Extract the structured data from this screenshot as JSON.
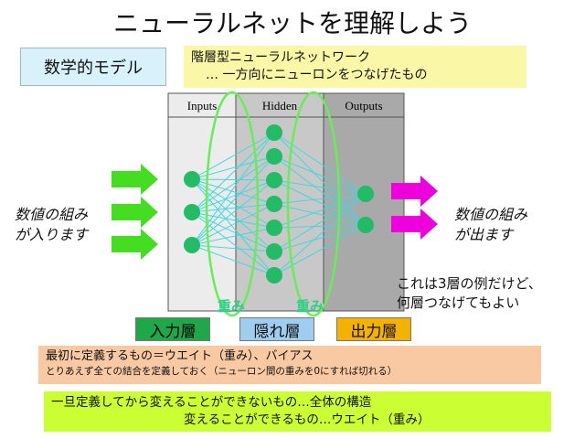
{
  "title": "ニューラルネットを理解しよう",
  "model_label": "数学的モデル",
  "note": {
    "line1": "階層型ニューラルネットワーク",
    "line2": "… 一方向にニューロンをつなげたもの"
  },
  "columns": {
    "inputs": "Inputs",
    "hidden": "Hidden",
    "outputs": "Outputs"
  },
  "weight_labels": [
    "重み",
    "重み"
  ],
  "left_text": [
    "数値の組み",
    "が入ります"
  ],
  "right_text": [
    "数値の組み",
    "が出ます"
  ],
  "example_text": [
    "これは3層の例だけど、",
    "何層つなげてもよい"
  ],
  "layer_labels": {
    "input": "入力層",
    "hidden": "隠れ層",
    "output": "出力層"
  },
  "define_box": {
    "line1": "最初に定義するもの＝ウエイト（重み）、バイアス",
    "line2": "とりあえず全ての結合を定義しておく（ニューロン間の重みを0にすれば切れる）"
  },
  "fixed_box": {
    "line1": "一旦定義してから変えることができないもの…全体の構造",
    "line2": "変えることができるもの…ウエイト（重み）"
  },
  "network": {
    "inputs": 3,
    "hidden": 7,
    "outputs": 2
  },
  "colors": {
    "input_arrow": "#44dd22",
    "output_arrow": "#ee00dd",
    "node": "#22bb66",
    "edge": "#40d8e0",
    "ellipse": "#66ee55",
    "weight_text": "#33cc88"
  }
}
